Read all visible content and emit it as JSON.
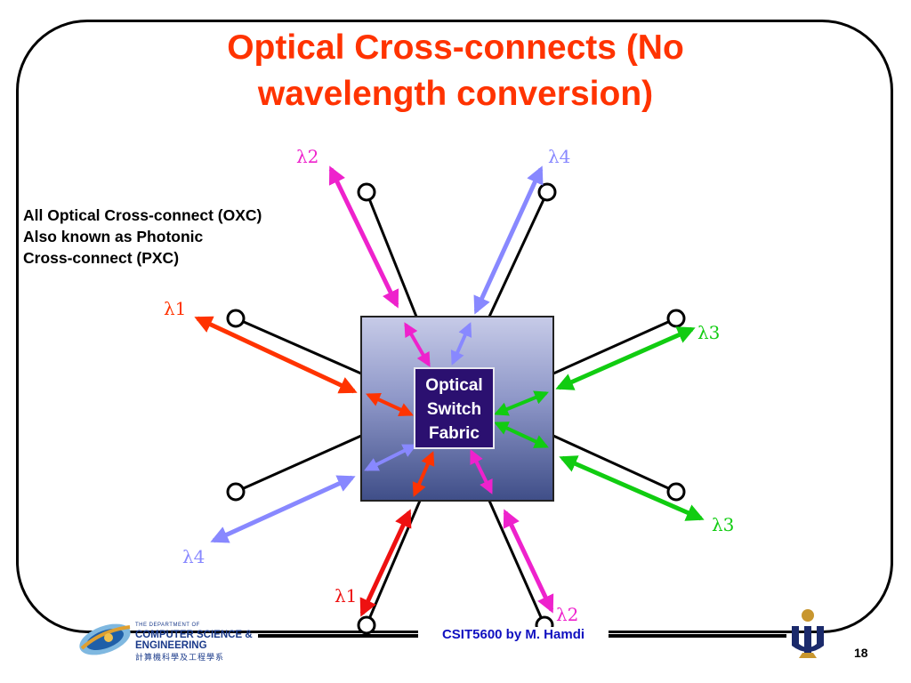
{
  "slide": {
    "title_line1": "Optical Cross-connects (No",
    "title_line2": "wavelength conversion)",
    "note_line1": "All Optical Cross-connect (OXC)",
    "note_line2": "Also known as Photonic",
    "note_line3": "Cross-connect (PXC)",
    "fabric_line1": "Optical",
    "fabric_line2": "Switch",
    "fabric_line3": "Fabric",
    "footer": "CSIT5600 by M. Hamdi",
    "page_number": "18"
  },
  "wavelength_labels": {
    "top_left": "λ2",
    "top_right": "λ4",
    "left_upper": "λ1",
    "right_upper": "λ3",
    "right_lower": "λ3",
    "left_lower": "λ4",
    "bottom_left": "λ1",
    "bottom_right": "λ2"
  },
  "colors": {
    "title": "#ff3300",
    "lambda1": "#ff3300",
    "lambda1_bottom": "#ee1111",
    "lambda2": "#ee22cc",
    "lambda3": "#11cc11",
    "lambda4": "#8888ff",
    "fabric": "#2b1070",
    "box_top": "#c7cbe8",
    "box_bottom": "#3f4e88",
    "footer": "#1010c0"
  },
  "department": {
    "line1": "THE DEPARTMENT OF",
    "line2": "COMPUTER SCIENCE &",
    "line3": "ENGINEERING",
    "line4": "計算機科學及工程學系"
  }
}
